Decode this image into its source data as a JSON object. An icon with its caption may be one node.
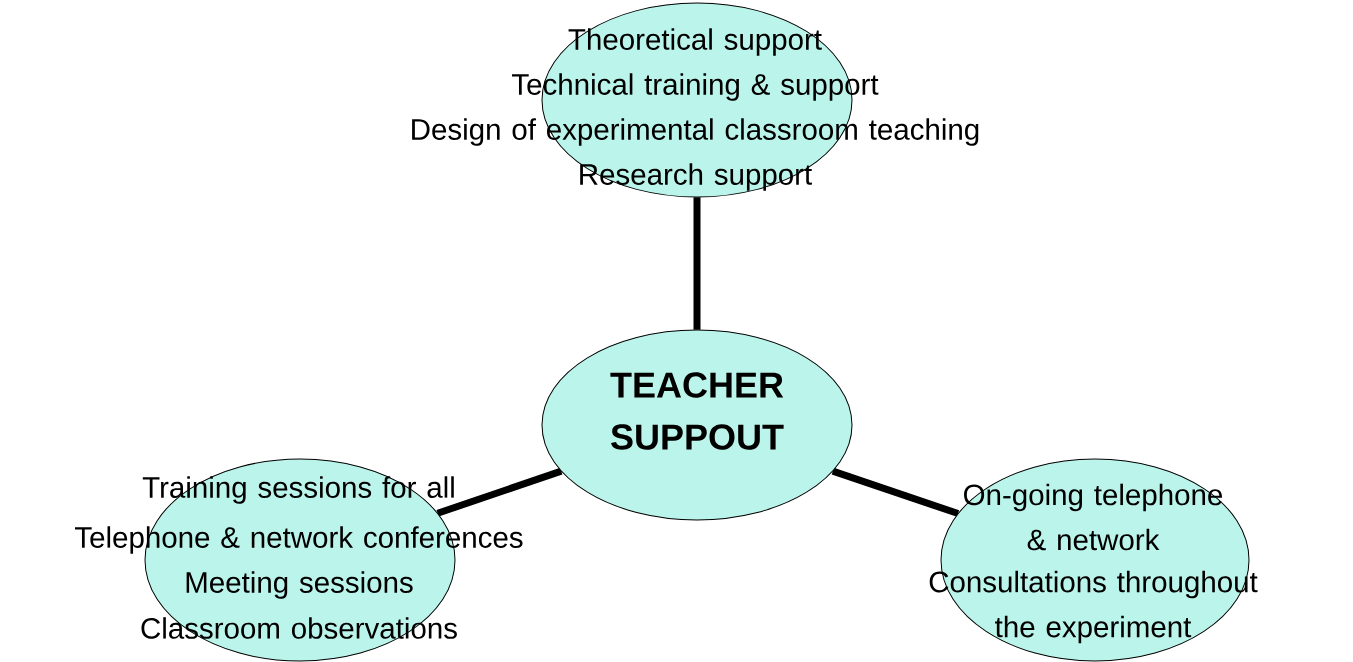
{
  "diagram": {
    "nodes": [
      {
        "text": [
          "Theoretical support",
          "Technical training & support",
          "Design of experimental classroom teaching",
          "Research support"
        ]
      },
      {
        "text": [
          "TEACHER SUPPOUT"
        ]
      },
      {
        "text": [
          "Training sessions for all",
          "Telephone & network conferences",
          "Meeting sessions",
          "Classroom observations"
        ]
      },
      {
        "text": [
          "On-going telephone & network",
          "Consultations throughout the experiment"
        ]
      }
    ],
    "edges": [
      {
        "from": 1,
        "to": 0,
        "arrow": "none"
      },
      {
        "from": 1,
        "to": 2,
        "arrow": "none"
      },
      {
        "from": 1,
        "to": 3,
        "arrow": "none"
      }
    ]
  }
}
